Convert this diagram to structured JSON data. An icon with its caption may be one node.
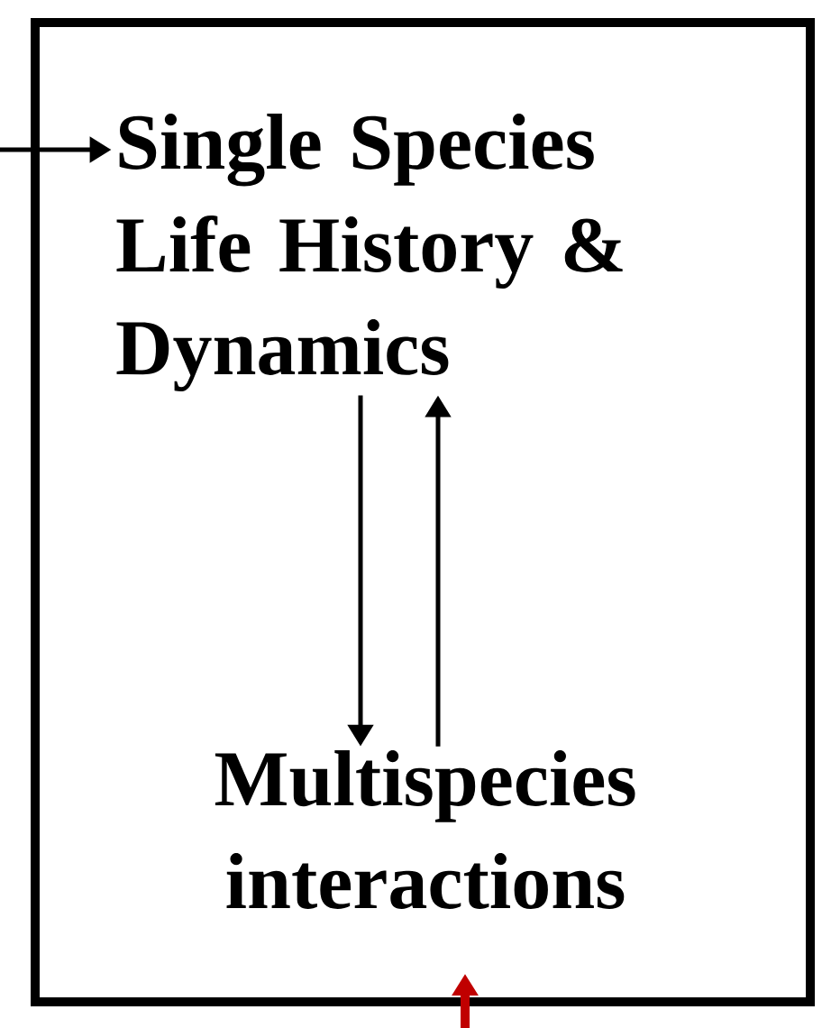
{
  "diagram": {
    "nodes": [
      {
        "text": [],
        "shape": "box"
      },
      {
        "text": [
          "Single Species Life History & Dynamics"
        ],
        "in": 0
      },
      {
        "text": [
          "Multispecies interactions"
        ],
        "in": 0
      }
    ],
    "edges": [
      {
        "from": 1,
        "to": 2,
        "arrow": "to"
      },
      {
        "from": 2,
        "to": 1,
        "arrow": "to"
      },
      {
        "from": null,
        "to": 1,
        "arrow": "to"
      },
      {
        "from": null,
        "to": 0,
        "arrow": "to",
        "color": "#c00000",
        "style": "thick"
      }
    ]
  }
}
